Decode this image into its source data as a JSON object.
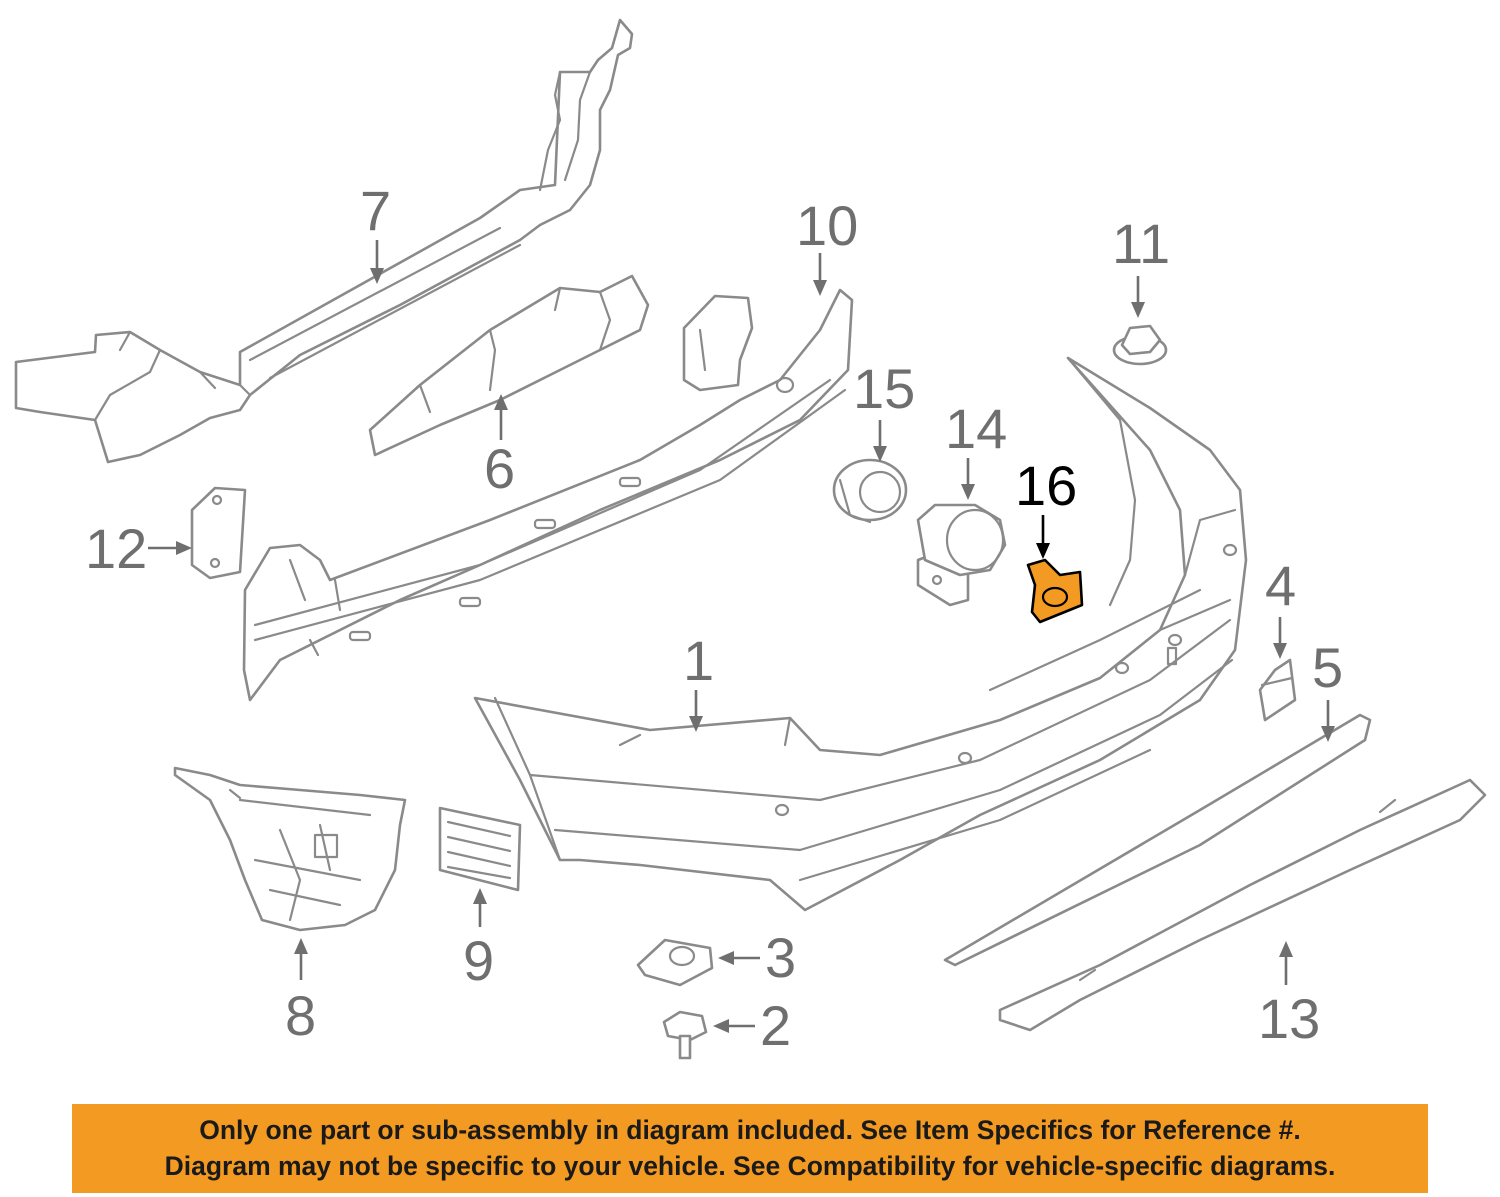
{
  "diagram": {
    "callouts": [
      {
        "id": "1",
        "text": "1",
        "highlight": false
      },
      {
        "id": "2",
        "text": "2",
        "highlight": false
      },
      {
        "id": "3",
        "text": "3",
        "highlight": false
      },
      {
        "id": "4",
        "text": "4",
        "highlight": false
      },
      {
        "id": "5",
        "text": "5",
        "highlight": false
      },
      {
        "id": "6",
        "text": "6",
        "highlight": false
      },
      {
        "id": "7",
        "text": "7",
        "highlight": false
      },
      {
        "id": "8",
        "text": "8",
        "highlight": false
      },
      {
        "id": "9",
        "text": "9",
        "highlight": false
      },
      {
        "id": "10",
        "text": "10",
        "highlight": false
      },
      {
        "id": "11",
        "text": "11",
        "highlight": false
      },
      {
        "id": "12",
        "text": "12",
        "highlight": false
      },
      {
        "id": "13",
        "text": "13",
        "highlight": false
      },
      {
        "id": "14",
        "text": "14",
        "highlight": false
      },
      {
        "id": "15",
        "text": "15",
        "highlight": false
      },
      {
        "id": "16",
        "text": "16",
        "highlight": true
      }
    ],
    "colors": {
      "highlight": "#f39a22",
      "line": "#8a8a8a",
      "label": "#6f6f6f",
      "highlight_label": "#000000"
    }
  },
  "disclaimer": {
    "line1": "Only one part or sub-assembly in diagram included. See Item Specifics for Reference #.",
    "line2": "Diagram may not be specific to your vehicle. See Compatibility for vehicle-specific diagrams."
  }
}
